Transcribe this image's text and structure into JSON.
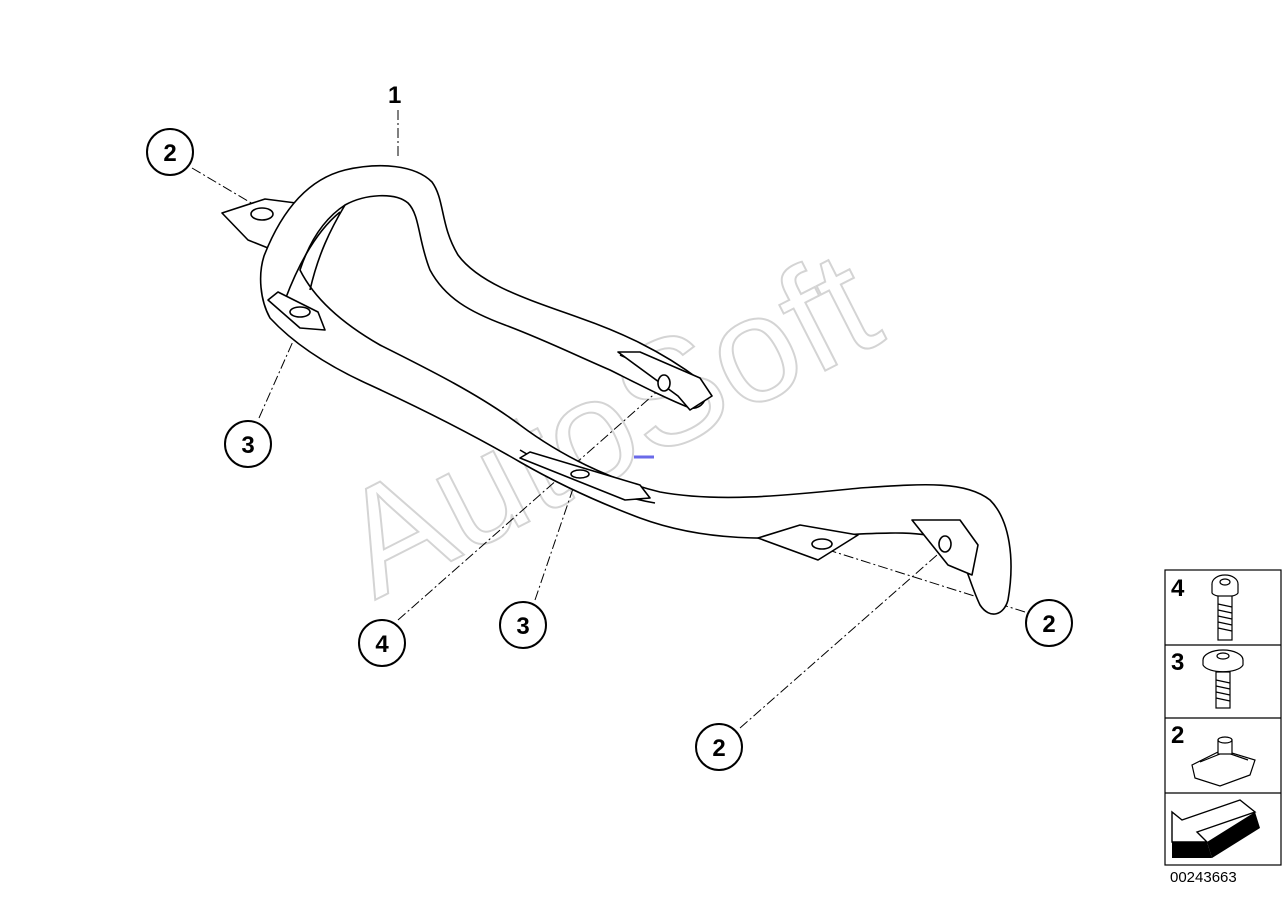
{
  "part_label": "1",
  "callouts": [
    {
      "label": "2"
    },
    {
      "label": "3"
    },
    {
      "label": "4"
    },
    {
      "label": "3"
    },
    {
      "label": "2"
    },
    {
      "label": "2"
    }
  ],
  "watermark": "AutoSoft",
  "legend": {
    "items": [
      {
        "number": "4",
        "icon": "torx-bolt-icon"
      },
      {
        "number": "3",
        "icon": "flange-screw-icon"
      },
      {
        "number": "2",
        "icon": "clip-nut-icon"
      }
    ],
    "nav_icon": "back-arrow-icon"
  },
  "diagram_id": "00243663"
}
